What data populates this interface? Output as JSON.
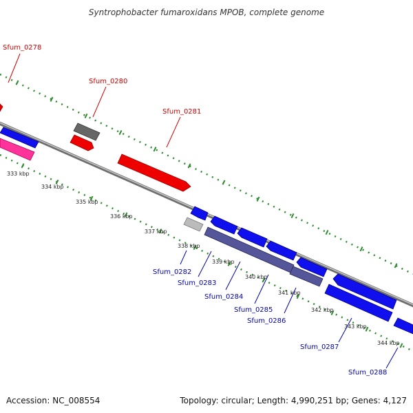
{
  "title": "Syntrophobacter fumaroxidans MPOB, complete genome",
  "accession_text": "Accession: NC_008554",
  "summary_text": "Topology: circular; Length: 4,990,251 bp; Genes: 4,127",
  "colors": {
    "upper_label": "#cc0000",
    "lower_label": "#0000aa",
    "tick": "#2e8b2e",
    "backbone": "#888888",
    "cds_forward": "#ee0000",
    "cds_reverse": "#0000ee",
    "cds_other": "#666666",
    "pink": "#ff3399",
    "slate": "#55559a",
    "light_gray": "#bbbbbb"
  },
  "scale_labels": [
    "333 kbp",
    "334 kbp",
    "335 kbp",
    "336 kbp",
    "337 kbp",
    "338 kbp",
    "339 kbp",
    "340 kbp",
    "341 kbp",
    "342 kbp",
    "343 kbp",
    "344 kbp"
  ],
  "gene_labels_upper": [
    "Sfum_0278",
    "Sfum_0280",
    "Sfum_0281"
  ],
  "gene_labels_lower": [
    "Sfum_0282",
    "Sfum_0283",
    "Sfum_0284",
    "Sfum_0285",
    "Sfum_0286",
    "Sfum_0287",
    "Sfum_0288"
  ]
}
